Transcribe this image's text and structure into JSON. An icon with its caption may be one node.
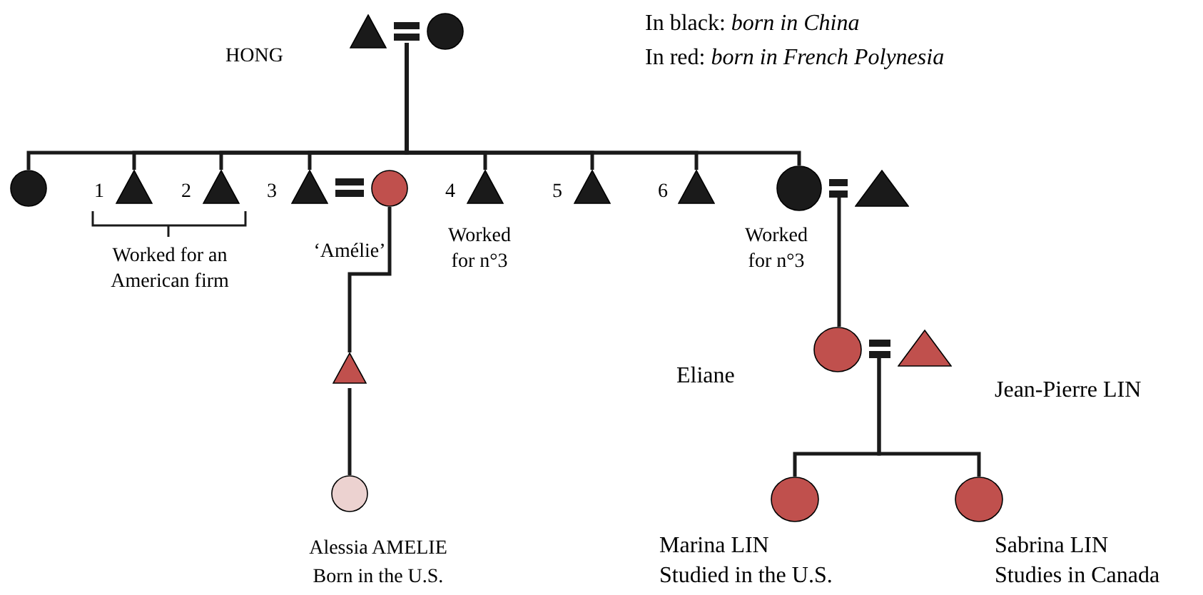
{
  "diagram": {
    "nodes": [
      {
        "text": [],
        "shape": "triangle",
        "beside": [
          "HONG"
        ]
      },
      {
        "text": [],
        "shape": "circle"
      },
      {
        "text": [],
        "shape": "circle"
      },
      {
        "text": [],
        "shape": "triangle",
        "beside": [
          "1"
        ]
      },
      {
        "text": [],
        "shape": "triangle",
        "beside": [
          "2"
        ]
      },
      {
        "text": [],
        "shape": "triangle",
        "beside": [
          "3"
        ]
      },
      {
        "text": [],
        "shape": "circle",
        "beside": [
          "‘Amélie’"
        ]
      },
      {
        "text": [],
        "shape": "triangle",
        "beside": [
          "4",
          "Worked for n°3"
        ]
      },
      {
        "text": [],
        "shape": "triangle",
        "beside": [
          "5"
        ]
      },
      {
        "text": [],
        "shape": "triangle",
        "beside": [
          "6"
        ]
      },
      {
        "text": [],
        "shape": "circle",
        "beside": [
          "Worked for n°3"
        ]
      },
      {
        "text": [],
        "shape": "triangle"
      },
      {
        "text": [],
        "shape": "triangle"
      },
      {
        "text": [],
        "shape": "circle",
        "beside": [
          "Eliane"
        ]
      },
      {
        "text": [],
        "shape": "triangle",
        "beside": [
          "Jean-Pierre LIN"
        ]
      },
      {
        "text": [],
        "shape": "circle",
        "beside": [
          "Alessia AMELIE",
          "Born in the U.S."
        ]
      },
      {
        "text": [],
        "shape": "circle",
        "beside": [
          "Marina LIN",
          "Studied in the U.S."
        ]
      },
      {
        "text": [],
        "shape": "circle",
        "beside": [
          "Sabrina LIN",
          "Studies in Canada"
        ]
      }
    ],
    "edges": [
      {
        "from": 0,
        "to": 1,
        "arrow": "none",
        "style": "thick"
      },
      {
        "from": 0,
        "to": 2,
        "arrow": "none"
      },
      {
        "from": 0,
        "to": 3,
        "arrow": "none"
      },
      {
        "from": 0,
        "to": 4,
        "arrow": "none"
      },
      {
        "from": 0,
        "to": 5,
        "arrow": "none"
      },
      {
        "from": 0,
        "to": 7,
        "arrow": "none"
      },
      {
        "from": 0,
        "to": 8,
        "arrow": "none"
      },
      {
        "from": 0,
        "to": 9,
        "arrow": "none"
      },
      {
        "from": 0,
        "to": 10,
        "arrow": "none"
      },
      {
        "from": 5,
        "to": 6,
        "arrow": "none",
        "style": "thick"
      },
      {
        "from": 10,
        "to": 11,
        "arrow": "none",
        "style": "thick"
      },
      {
        "from": 10,
        "to": 13,
        "arrow": "none"
      },
      {
        "from": 6,
        "to": 12,
        "arrow": "none"
      },
      {
        "from": 12,
        "to": 15,
        "arrow": "none"
      },
      {
        "from": 13,
        "to": 14,
        "arrow": "none",
        "style": "thick"
      },
      {
        "from": 13,
        "to": 16,
        "arrow": "none"
      },
      {
        "from": 13,
        "to": 17,
        "arrow": "none"
      }
    ],
    "labels": [
      "In black: *born in China*",
      "In red: *born in French Polynesia*",
      "Worked for an American firm"
    ]
  }
}
